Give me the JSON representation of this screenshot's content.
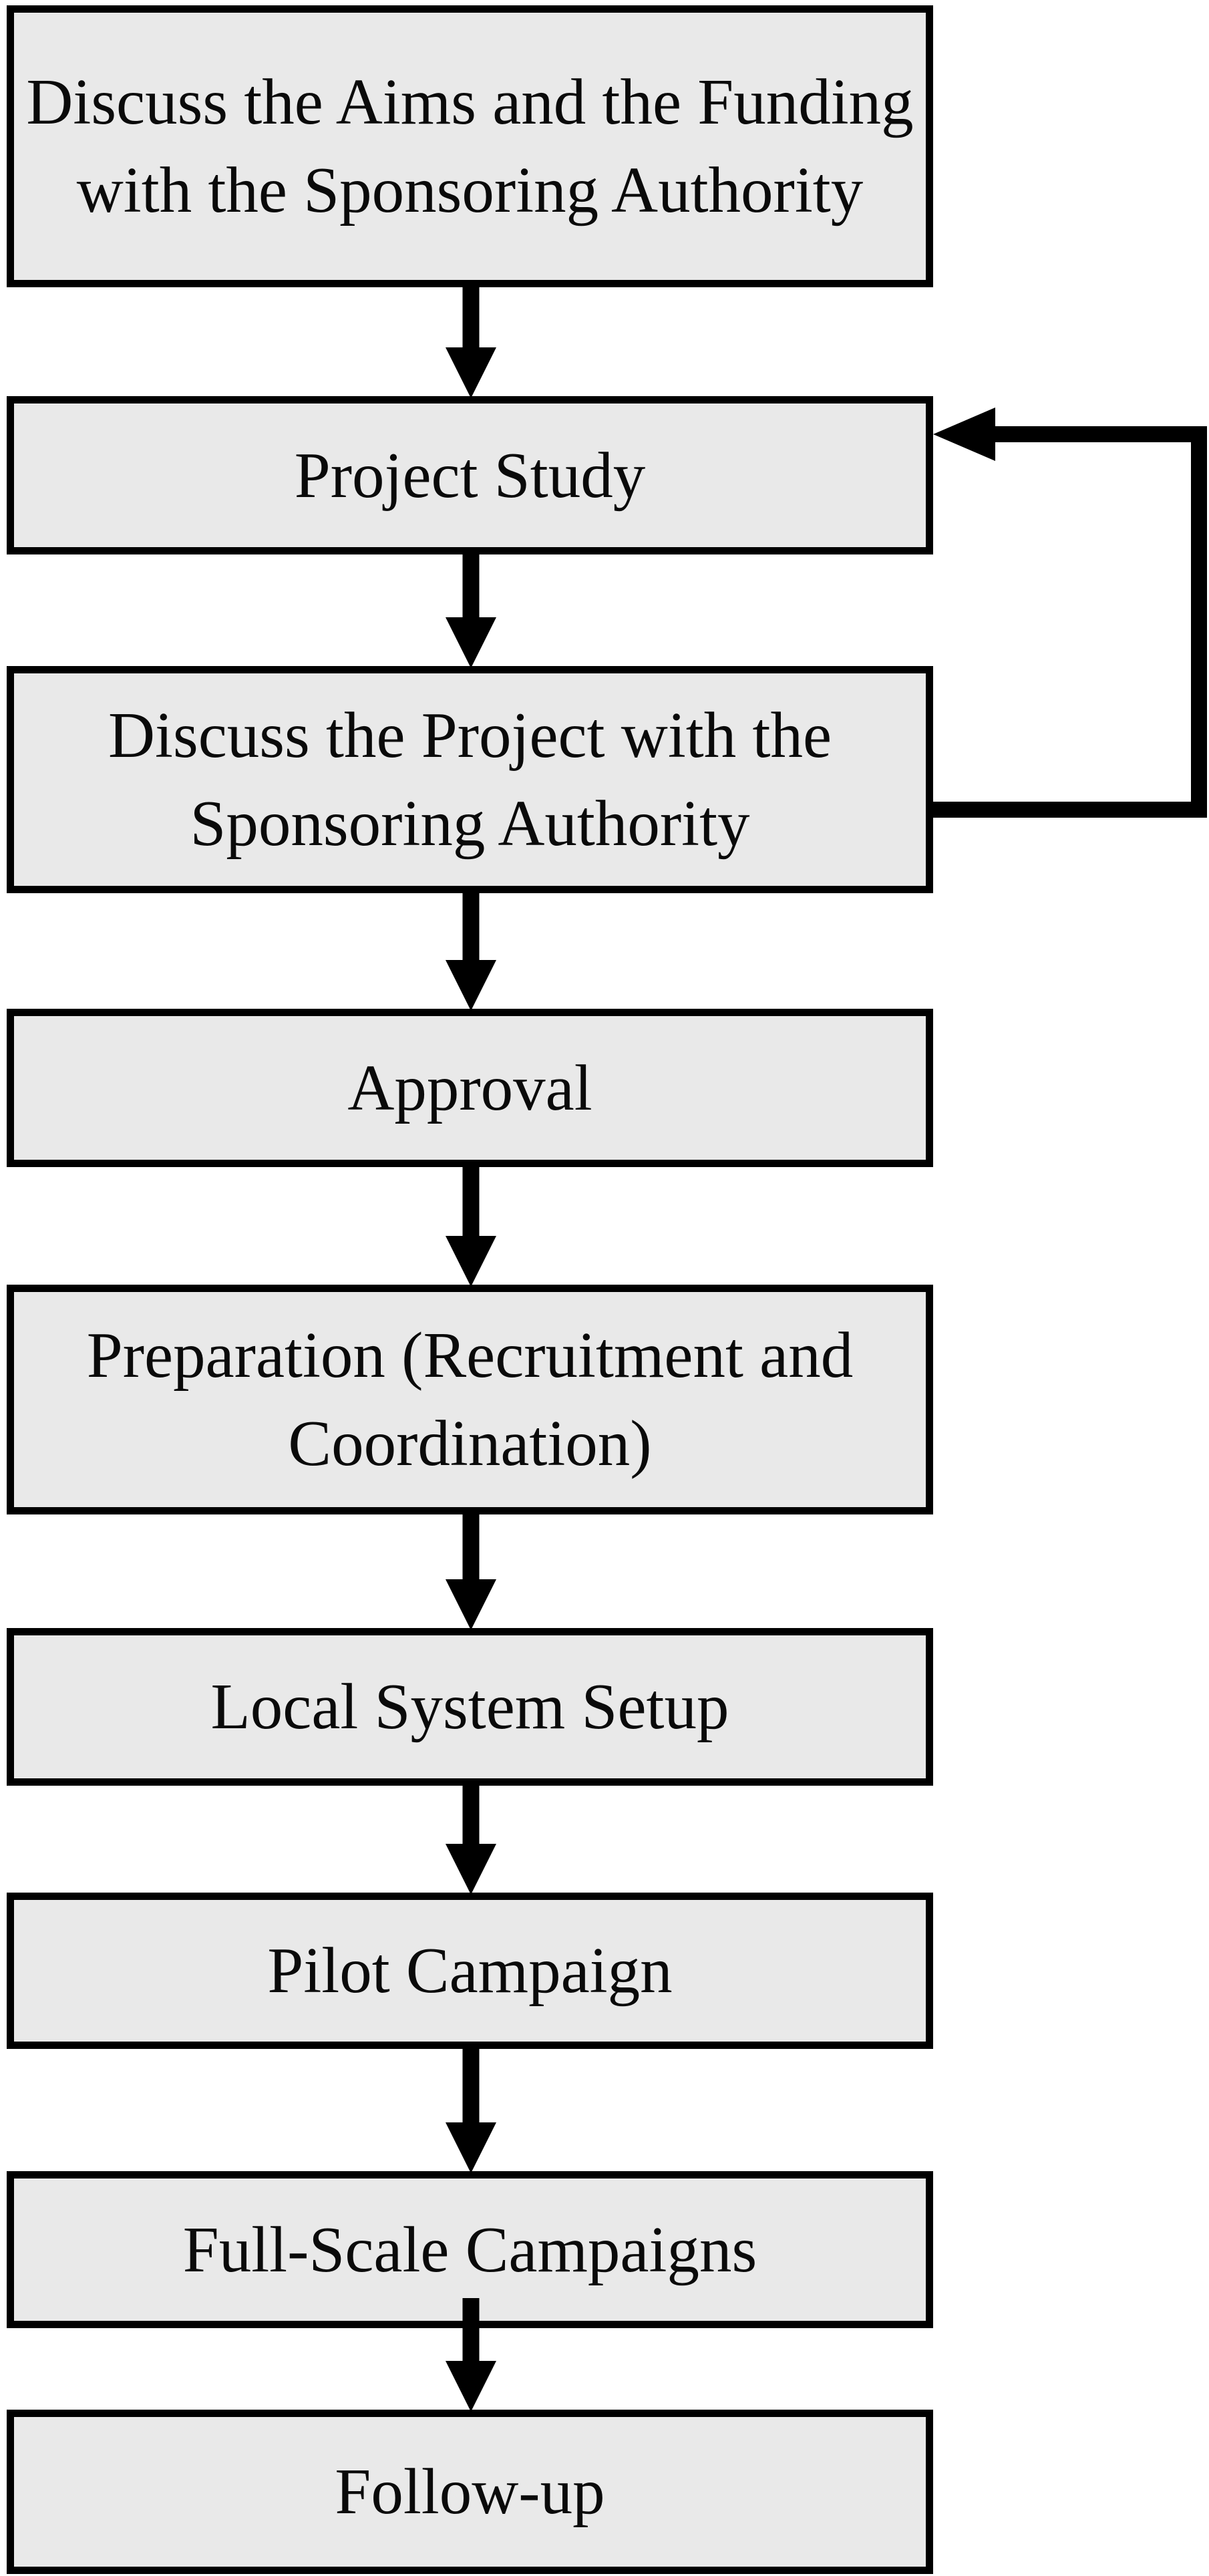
{
  "diagram": {
    "type": "flowchart",
    "orientation": "top-to-bottom",
    "boxes": [
      {
        "id": "discuss-aims-funding",
        "label": "Discuss the Aims and the Funding with the Sponsoring Authority"
      },
      {
        "id": "project-study",
        "label": "Project Study"
      },
      {
        "id": "discuss-project",
        "label": "Discuss the Project with the Sponsoring Authority"
      },
      {
        "id": "approval",
        "label": "Approval"
      },
      {
        "id": "preparation",
        "label": "Preparation (Recruitment and Coordination)"
      },
      {
        "id": "local-system-setup",
        "label": "Local System Setup"
      },
      {
        "id": "pilot-campaign",
        "label": "Pilot Campaign"
      },
      {
        "id": "full-scale-campaigns",
        "label": "Full-Scale Campaigns"
      },
      {
        "id": "follow-up",
        "label": "Follow-up"
      }
    ],
    "edges": [
      {
        "from": "discuss-aims-funding",
        "to": "project-study",
        "type": "arrow-down"
      },
      {
        "from": "project-study",
        "to": "discuss-project",
        "type": "arrow-down"
      },
      {
        "from": "discuss-project",
        "to": "approval",
        "type": "arrow-down"
      },
      {
        "from": "approval",
        "to": "preparation",
        "type": "arrow-down"
      },
      {
        "from": "preparation",
        "to": "local-system-setup",
        "type": "arrow-down"
      },
      {
        "from": "local-system-setup",
        "to": "pilot-campaign",
        "type": "arrow-down"
      },
      {
        "from": "pilot-campaign",
        "to": "full-scale-campaigns",
        "type": "arrow-down"
      },
      {
        "from": "full-scale-campaigns",
        "to": "follow-up",
        "type": "arrow-down"
      },
      {
        "from": "discuss-project",
        "to": "project-study",
        "type": "feedback-loop-right"
      }
    ],
    "colors": {
      "background": "#ffffff",
      "box_fill": "#e9e9e9",
      "box_border": "#000000",
      "arrow": "#000000",
      "text": "#0a0a0a"
    }
  }
}
